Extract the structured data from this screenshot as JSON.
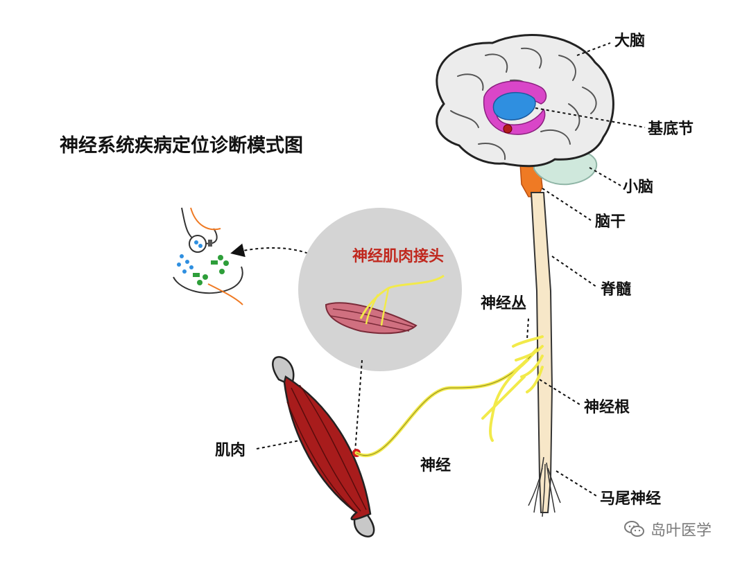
{
  "title": "神经系统疾病定位诊断模式图",
  "nmj_label": "神经肌肉接头",
  "labels": {
    "brain": "大脑",
    "basal_ganglia": "基底节",
    "cerebellum": "小脑",
    "brainstem": "脑干",
    "spinal_cord": "脊髓",
    "plexus": "神经丛",
    "nerve_root": "神经根",
    "nerve": "神经",
    "muscle": "肌肉",
    "cauda_equina": "马尾神经"
  },
  "watermark": {
    "text": "岛叶医学",
    "icon": "wechat-icon"
  },
  "colors": {
    "brain": "#ececec",
    "basal_ganglia_outer": "#d946c8",
    "basal_ganglia_inner": "#2f8fe0",
    "cerebellum": "#cfe8dc",
    "brainstem": "#ef7a24",
    "spinal_cord": "#f7e7c8",
    "nerve": "#f2ea4a",
    "muscle": "#a81c1c",
    "tendon": "#c8c8c8",
    "zoom_circle": "#d4d4d4",
    "nmj_label": "#c0281e"
  }
}
